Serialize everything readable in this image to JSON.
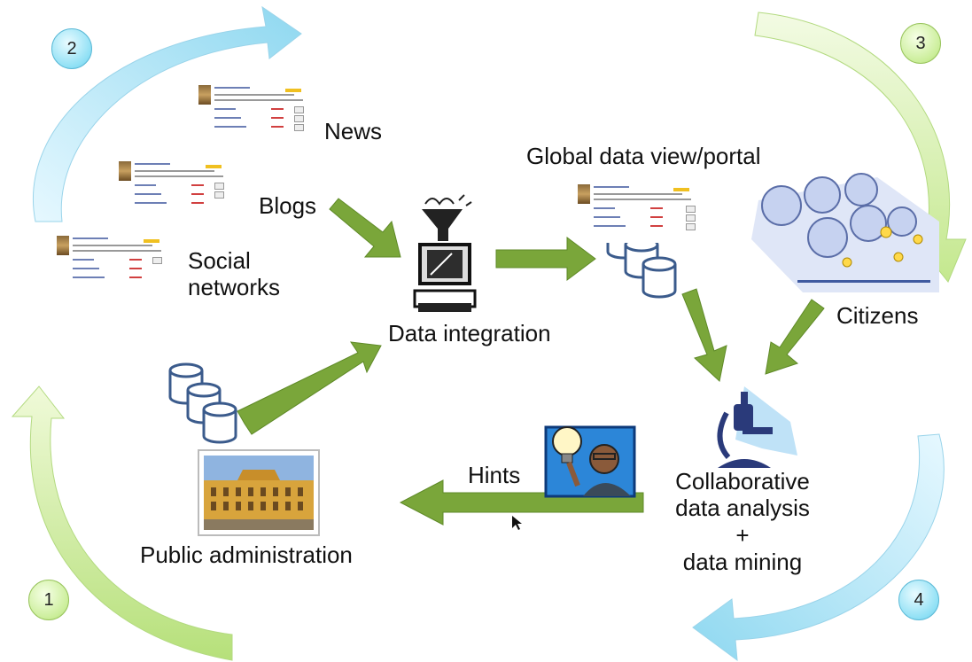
{
  "labels": {
    "news": "News",
    "blogs": "Blogs",
    "social": "Social\nnetworks",
    "data_integration": "Data integration",
    "global_view": "Global data view/portal",
    "citizens": "Citizens",
    "collab": "Collaborative\ndata analysis\n+\ndata mining",
    "hints": "Hints",
    "public_admin": "Public administration"
  },
  "steps": [
    "1",
    "2",
    "3",
    "4"
  ],
  "colors": {
    "green_arrow": "#7aa63a",
    "blue_cycle": "#a9e3f5",
    "green_cycle": "#d6f0b0",
    "db_stroke": "#3b5b8c"
  },
  "icons": [
    "newspaper-thumbnail-icon",
    "funnel-computer-icon",
    "database-icon",
    "citizens-crowd-icon",
    "microscope-icon",
    "idea-person-icon",
    "palace-photo-icon"
  ]
}
